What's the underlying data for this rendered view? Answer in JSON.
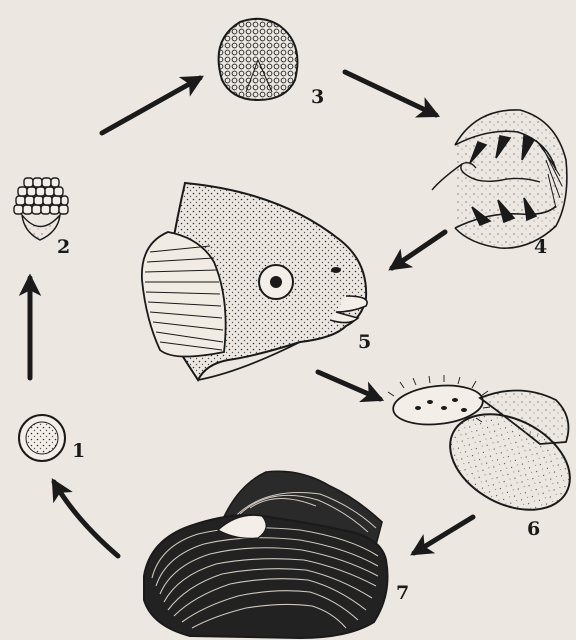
{
  "stages": [
    {
      "id": "egg",
      "label": "1"
    },
    {
      "id": "early-embryo",
      "label": "2"
    },
    {
      "id": "blastula",
      "label": "3"
    },
    {
      "id": "glochidium",
      "label": "4"
    },
    {
      "id": "fish-host",
      "label": "5"
    },
    {
      "id": "juvenile-mussel",
      "label": "6"
    },
    {
      "id": "adult-mussel",
      "label": "7"
    }
  ],
  "colors": {
    "ink": "#1a1a1a",
    "paper": "#ece8e1",
    "shade": "#cfc9c0"
  }
}
